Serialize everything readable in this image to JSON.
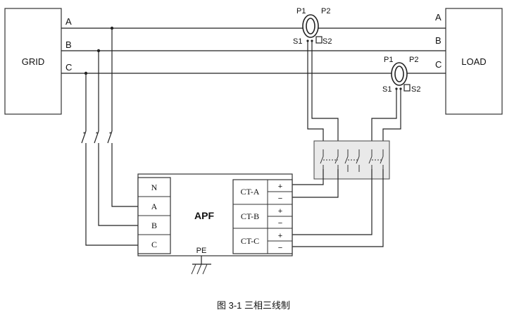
{
  "grid": {
    "label": "GRID"
  },
  "load": {
    "label": "LOAD"
  },
  "phases": {
    "a": "A",
    "b": "B",
    "c": "C"
  },
  "ct_top": {
    "p1": "P1",
    "p2": "P2",
    "s1": "S1",
    "s2": "S2"
  },
  "ct_bottom": {
    "p1": "P1",
    "p2": "P2",
    "s1": "S1",
    "s2": "S2"
  },
  "apf": {
    "label": "APF",
    "pe": "PE",
    "terminals": [
      "N",
      "A",
      "B",
      "C"
    ],
    "ct_terminals": [
      "CT-A",
      "CT-B",
      "CT-C"
    ],
    "plus": "+",
    "minus": "−"
  },
  "caption": "图 3-1  三相三线制",
  "colors": {
    "line": "#222222",
    "switch_box_fill": "#e9e9e9"
  }
}
